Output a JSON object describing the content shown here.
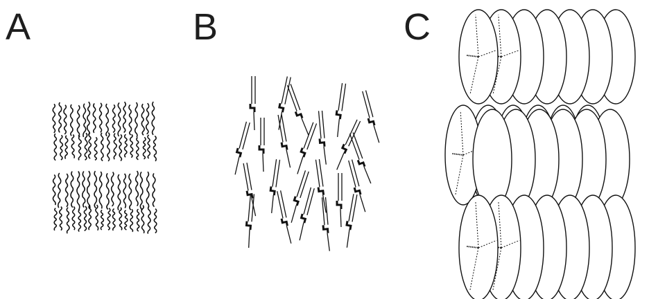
{
  "panels": {
    "a": {
      "label": "A"
    },
    "b": {
      "label": "B"
    },
    "c": {
      "label": "C"
    }
  },
  "colors": {
    "ink": "#111111",
    "background": "#ffffff",
    "disc_fill": "#ffffff"
  }
}
